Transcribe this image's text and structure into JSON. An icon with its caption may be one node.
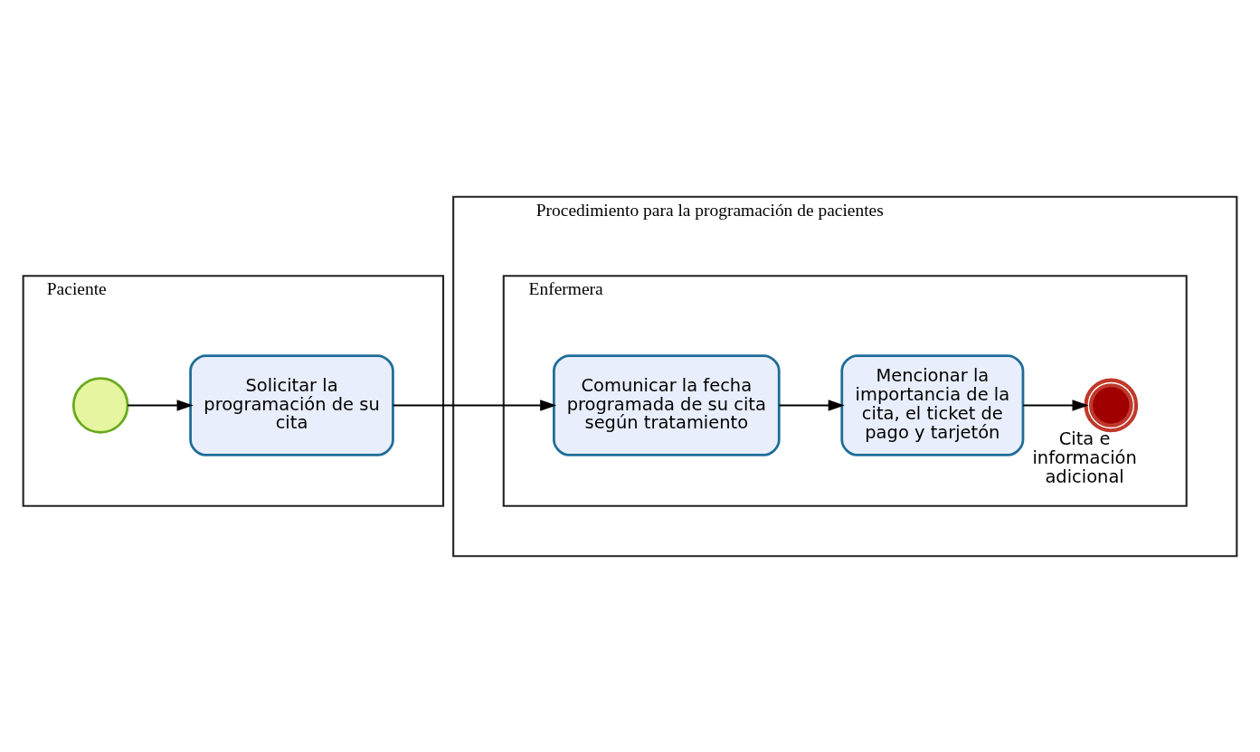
{
  "diagram": {
    "nodes": [
      {
        "text": [
          "Paciente"
        ]
      },
      {
        "text": [],
        "shape": "circle",
        "in": 0
      },
      {
        "text": [
          "Solicitar la programación de su cita"
        ],
        "in": 0
      },
      {
        "text": [
          "Procedimiento para la programación de pacientes"
        ]
      },
      {
        "text": [
          "Enfermera"
        ],
        "in": 3
      },
      {
        "text": [
          "Comunicar la fecha programada de su cita según tratamiento"
        ],
        "in": 4
      },
      {
        "text": [
          "Mencionar la importancia de la cita, el ticket de pago y tarjetón"
        ],
        "in": 4
      },
      {
        "text": [],
        "shape": "circle",
        "in": 4,
        "beside": [
          "Cita e información adicional"
        ]
      }
    ],
    "edges": [
      {
        "from": 1,
        "to": 2,
        "arrow": "to"
      },
      {
        "from": 2,
        "to": 5,
        "arrow": "to"
      },
      {
        "from": 5,
        "to": 6,
        "arrow": "to"
      },
      {
        "from": 6,
        "to": 7,
        "arrow": "to"
      }
    ]
  }
}
